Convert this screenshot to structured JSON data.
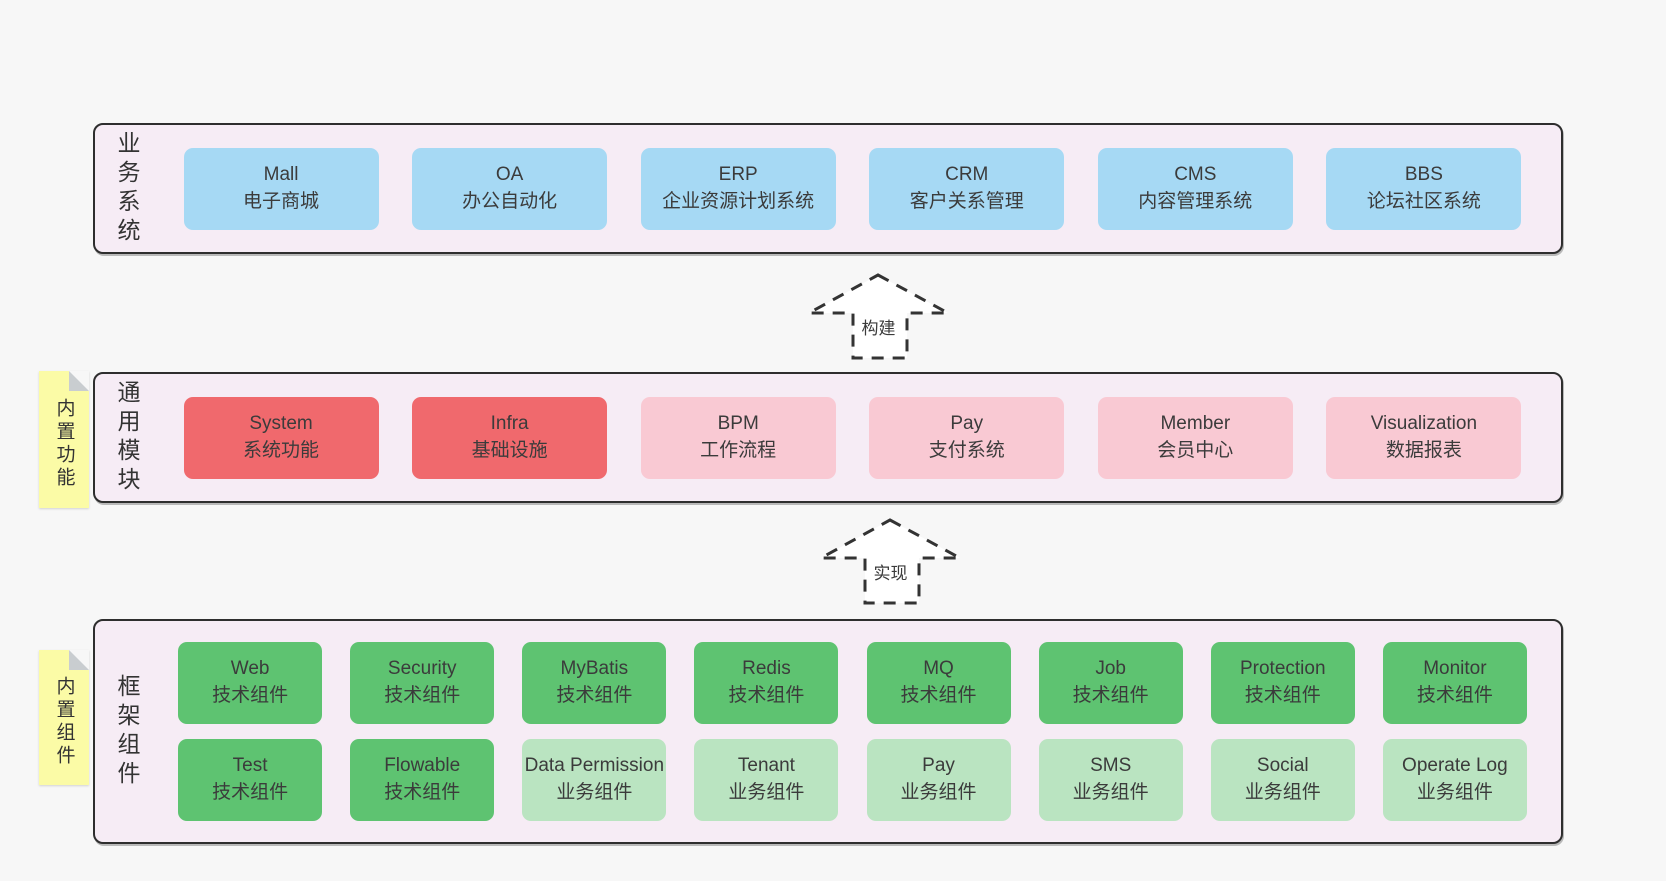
{
  "colors": {
    "page_bg": "#f7f7f7",
    "panel_bg": "#f6ecf5",
    "panel_border": "#2e2e2e",
    "box_blue": "#a6d9f4",
    "box_red": "#f0696d",
    "box_pink": "#f9c9d3",
    "box_green_dark": "#5ec371",
    "box_green_light": "#bae4c1",
    "sticky_yellow": "#fbfba6",
    "text": "#3b3b3b"
  },
  "arrows": [
    {
      "label": "构建"
    },
    {
      "label": "实现"
    }
  ],
  "business": {
    "label": "业务系统",
    "boxes": [
      {
        "name": "Mall",
        "desc": "电子商城"
      },
      {
        "name": "OA",
        "desc": "办公自动化"
      },
      {
        "name": "ERP",
        "desc": "企业资源计划系统"
      },
      {
        "name": "CRM",
        "desc": "客户关系管理"
      },
      {
        "name": "CMS",
        "desc": "内容管理系统"
      },
      {
        "name": "BBS",
        "desc": "论坛社区系统"
      }
    ]
  },
  "modules": {
    "label": "通用模块",
    "sticky": "内置功能",
    "boxes": [
      {
        "name": "System",
        "desc": "系统功能"
      },
      {
        "name": "Infra",
        "desc": "基础设施"
      },
      {
        "name": "BPM",
        "desc": "工作流程"
      },
      {
        "name": "Pay",
        "desc": "支付系统"
      },
      {
        "name": "Member",
        "desc": "会员中心"
      },
      {
        "name": "Visualization",
        "desc": "数据报表"
      }
    ]
  },
  "components": {
    "label": "框架组件",
    "sticky": "内置组件",
    "row1": [
      {
        "name": "Web",
        "desc": "技术组件"
      },
      {
        "name": "Security",
        "desc": "技术组件"
      },
      {
        "name": "MyBatis",
        "desc": "技术组件"
      },
      {
        "name": "Redis",
        "desc": "技术组件"
      },
      {
        "name": "MQ",
        "desc": "技术组件"
      },
      {
        "name": "Job",
        "desc": "技术组件"
      },
      {
        "name": "Protection",
        "desc": "技术组件"
      },
      {
        "name": "Monitor",
        "desc": "技术组件"
      }
    ],
    "row2": [
      {
        "name": "Test",
        "desc": "技术组件"
      },
      {
        "name": "Flowable",
        "desc": "技术组件"
      },
      {
        "name": "Data Permission",
        "desc": "业务组件"
      },
      {
        "name": "Tenant",
        "desc": "业务组件"
      },
      {
        "name": "Pay",
        "desc": "业务组件"
      },
      {
        "name": "SMS",
        "desc": "业务组件"
      },
      {
        "name": "Social",
        "desc": "业务组件"
      },
      {
        "name": "Operate Log",
        "desc": "业务组件"
      }
    ]
  }
}
